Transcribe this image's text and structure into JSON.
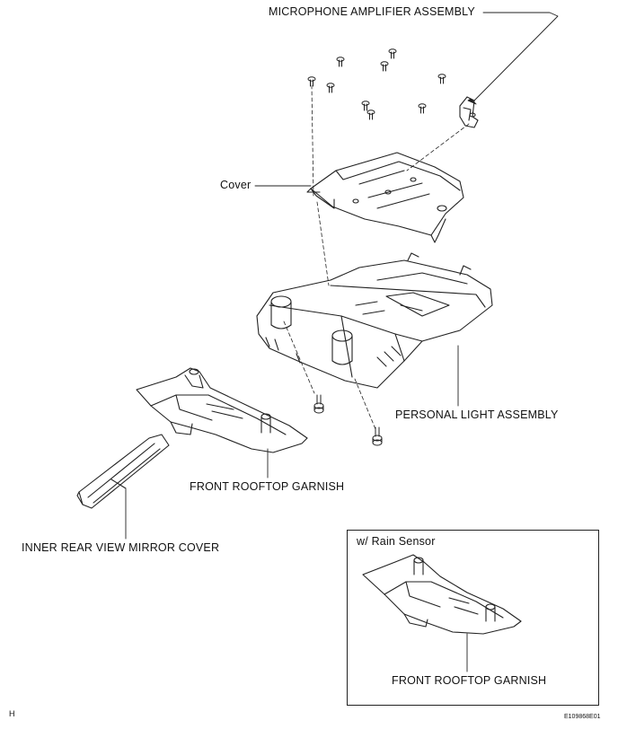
{
  "labels": {
    "microphone_amplifier": "MICROPHONE AMPLIFIER ASSEMBLY",
    "cover": "Cover",
    "personal_light": "PERSONAL LIGHT ASSEMBLY",
    "front_rooftop_garnish": "FRONT ROOFTOP GARNISH",
    "inner_rear_view_mirror_cover": "INNER REAR VIEW MIRROR COVER",
    "inset_title": "w/ Rain Sensor",
    "inset_front_rooftop_garnish": "FRONT ROOFTOP GARNISH"
  },
  "corner_letter": "H",
  "figure_code": "E109868E01"
}
